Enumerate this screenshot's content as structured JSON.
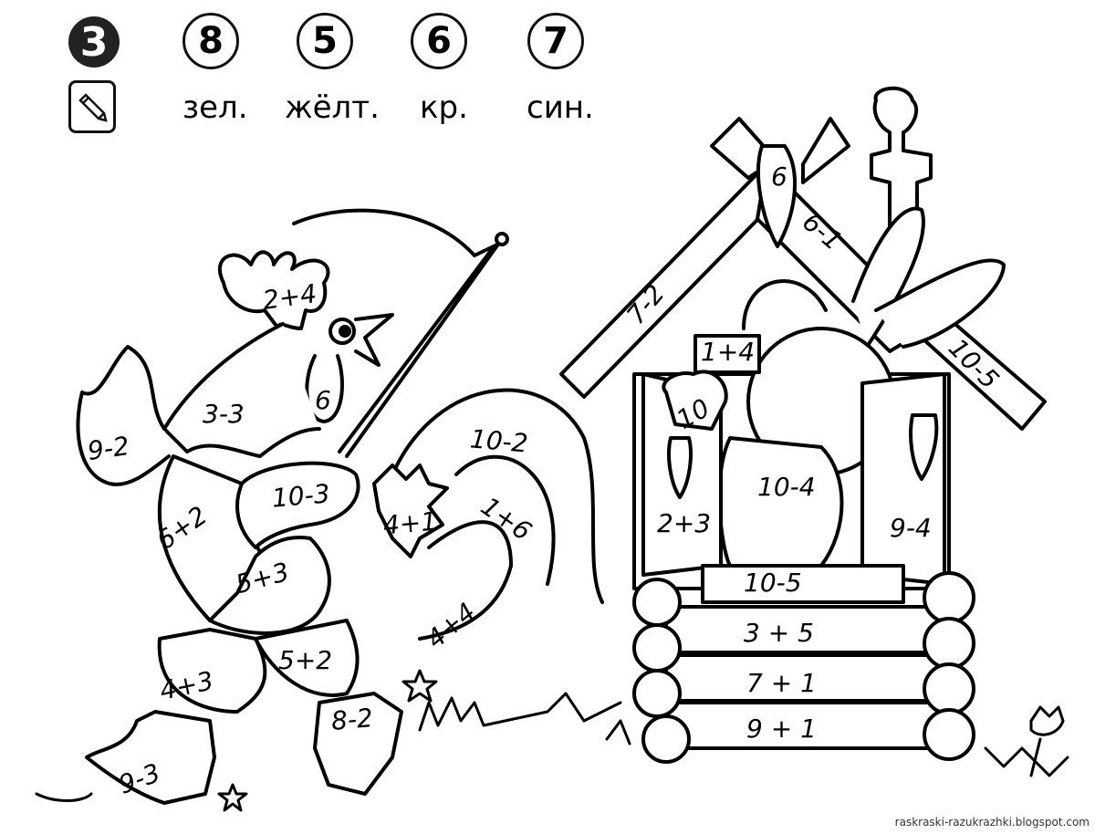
{
  "task_number": "3",
  "legend": [
    {
      "number": "8",
      "color_label": "зел."
    },
    {
      "number": "5",
      "color_label": "жёлт."
    },
    {
      "number": "6",
      "color_label": "кр."
    },
    {
      "number": "7",
      "color_label": "син."
    }
  ],
  "icons": {
    "task": "pencil-icon"
  },
  "rooster": {
    "comb": "2+4",
    "neck": "3-3",
    "wattle": "6",
    "wing": "9-2",
    "chest": "6+2",
    "arm": "10-3",
    "belly": "5+3",
    "tail_base": "4+1",
    "tail_top": "10-2",
    "tail_mid": "1+6",
    "tail_low": "4+4",
    "leg_left": "4+3",
    "leg_right": "5+2",
    "boot_left": "9-3",
    "boot_right": "8-2"
  },
  "house": {
    "roof_carrot": "6",
    "roof_left": "7-2",
    "roof_right_top": "6-1",
    "roof_right": "10-5",
    "sign": "1+4",
    "paw": "10",
    "shutter_left": "2+3",
    "shutter_right": "9-4",
    "hare_body": "10-4",
    "sill": "10-5",
    "log_1": "3 + 5",
    "log_2": "7 + 1",
    "log_3": "9 + 1"
  },
  "watermark": "raskraski-razukrazhki.blogspot.com"
}
